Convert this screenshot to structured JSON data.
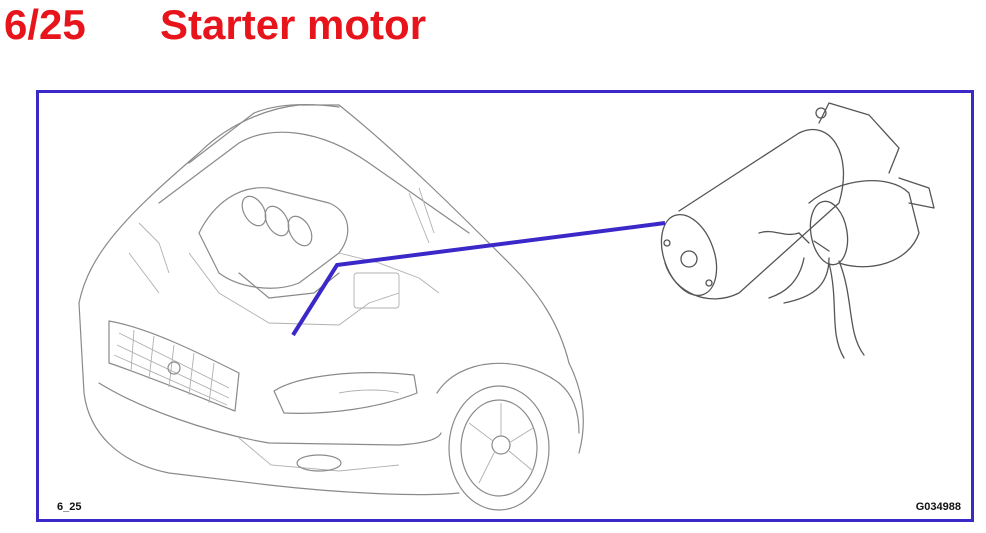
{
  "header": {
    "number": "6/25",
    "title": "Starter motor"
  },
  "figure": {
    "code_left": "6_25",
    "code_right": "G034988",
    "colors": {
      "title": "#e8141b",
      "frame": "#3b28c8",
      "leader": "#3b28c8",
      "linework": "#8a8a8a"
    },
    "subjects": [
      "car-front-illustration",
      "starter-motor-illustration"
    ]
  }
}
